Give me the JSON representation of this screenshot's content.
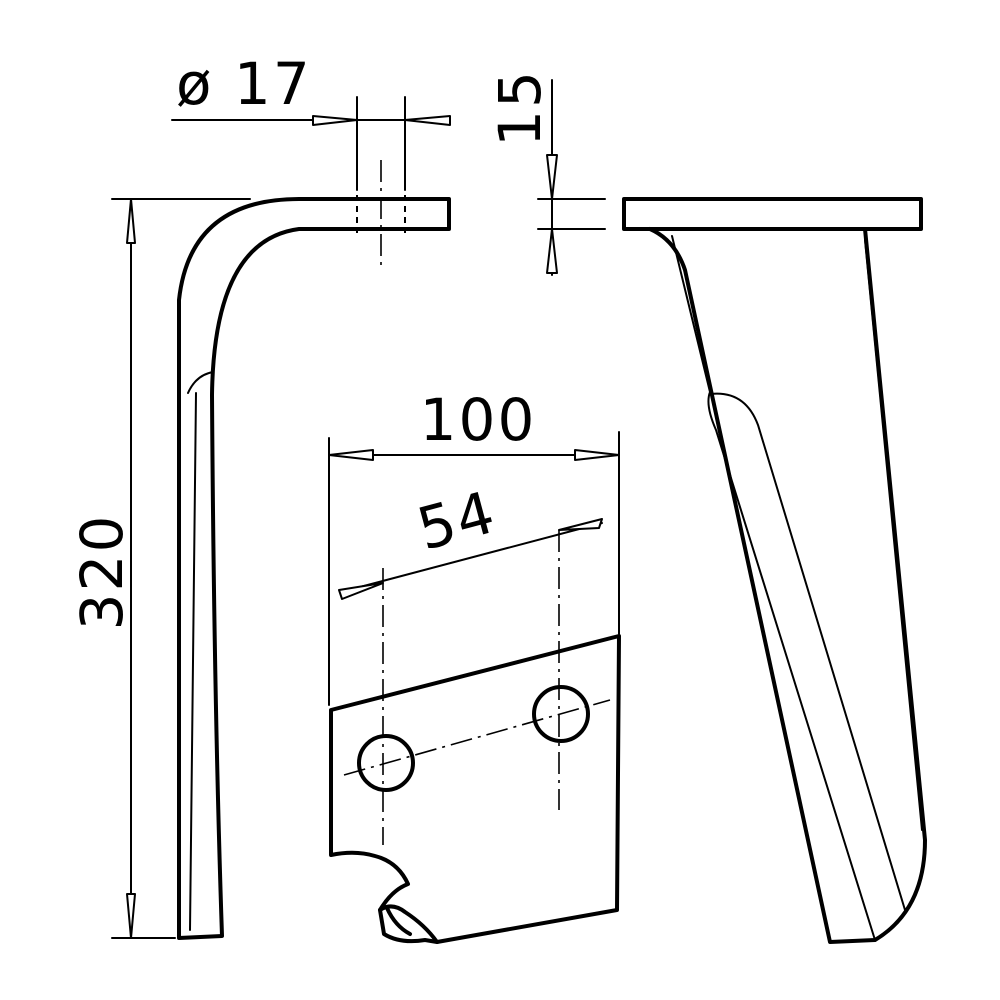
{
  "dimensions": {
    "hole_diameter": "ø 17",
    "plate_thickness": "15",
    "total_height": "320",
    "blade_width": "100",
    "hole_spacing": "54"
  }
}
